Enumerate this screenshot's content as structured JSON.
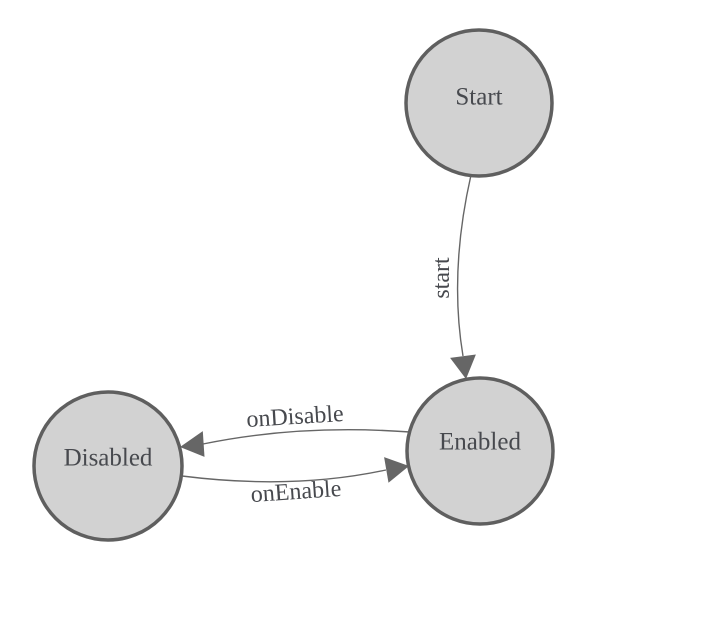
{
  "colors": {
    "node_fill": "#d2d2d2",
    "node_stroke": "#5f5f5f",
    "edge_stroke": "#666666",
    "arrow_fill": "#666666",
    "label_text": "#47494e",
    "background": "#ffffff"
  },
  "diagram": {
    "type": "state-machine-graph",
    "nodes": [
      {
        "id": "start",
        "label": "Start"
      },
      {
        "id": "enabled",
        "label": "Enabled"
      },
      {
        "id": "disabled",
        "label": "Disabled"
      }
    ],
    "edges": [
      {
        "id": "start-to-enabled",
        "label": "start",
        "from": "Start",
        "to": "Enabled"
      },
      {
        "id": "enabled-to-disabled",
        "label": "onDisable",
        "from": "Enabled",
        "to": "Disabled"
      },
      {
        "id": "disabled-to-enabled",
        "label": "onEnable",
        "from": "Disabled",
        "to": "Enabled"
      }
    ]
  }
}
